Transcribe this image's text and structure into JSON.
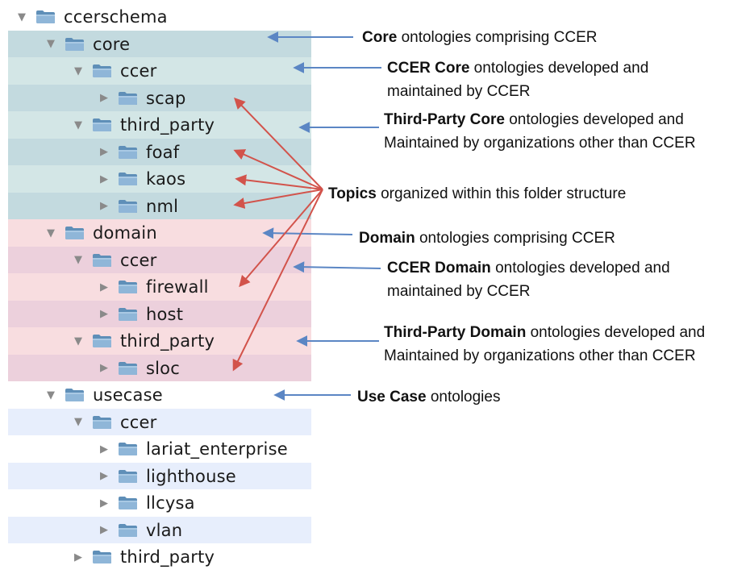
{
  "colors": {
    "core_a": "#d3e6e6",
    "core_b": "#c3dadf",
    "domain_a": "#f8dde0",
    "domain_b": "#ecd0dc",
    "usecase_a": "#ffffff",
    "usecase_b": "#e7eefc",
    "blue_arrow": "#5b86c4",
    "red_arrow": "#d2534b"
  },
  "tree": [
    {
      "label": "ccerschema",
      "depth": 0,
      "expanded": true,
      "band": "none"
    },
    {
      "label": "core",
      "depth": 1,
      "expanded": true,
      "band": "core_b"
    },
    {
      "label": "ccer",
      "depth": 2,
      "expanded": true,
      "band": "core_a"
    },
    {
      "label": "scap",
      "depth": 3,
      "expanded": false,
      "band": "core_b"
    },
    {
      "label": "third_party",
      "depth": 2,
      "expanded": true,
      "band": "core_a"
    },
    {
      "label": "foaf",
      "depth": 3,
      "expanded": false,
      "band": "core_b"
    },
    {
      "label": "kaos",
      "depth": 3,
      "expanded": false,
      "band": "core_a"
    },
    {
      "label": "nml",
      "depth": 3,
      "expanded": false,
      "band": "core_b"
    },
    {
      "label": "domain",
      "depth": 1,
      "expanded": true,
      "band": "domain_a"
    },
    {
      "label": "ccer",
      "depth": 2,
      "expanded": true,
      "band": "domain_b"
    },
    {
      "label": "firewall",
      "depth": 3,
      "expanded": false,
      "band": "domain_a"
    },
    {
      "label": "host",
      "depth": 3,
      "expanded": false,
      "band": "domain_b"
    },
    {
      "label": "third_party",
      "depth": 2,
      "expanded": true,
      "band": "domain_a"
    },
    {
      "label": "sloc",
      "depth": 3,
      "expanded": false,
      "band": "domain_b"
    },
    {
      "label": "usecase",
      "depth": 1,
      "expanded": true,
      "band": "usecase_a"
    },
    {
      "label": "ccer",
      "depth": 2,
      "expanded": true,
      "band": "usecase_b"
    },
    {
      "label": "lariat_enterprise",
      "depth": 3,
      "expanded": false,
      "band": "usecase_a"
    },
    {
      "label": "lighthouse",
      "depth": 3,
      "expanded": false,
      "band": "usecase_b"
    },
    {
      "label": "llcysa",
      "depth": 3,
      "expanded": false,
      "band": "usecase_a"
    },
    {
      "label": "vlan",
      "depth": 3,
      "expanded": false,
      "band": "usecase_b"
    },
    {
      "label": "third_party",
      "depth": 2,
      "expanded": false,
      "band": "usecase_a"
    }
  ],
  "annotations": {
    "core": {
      "bold": "Core",
      "rest": " ontologies comprising CCER"
    },
    "ccer_core": {
      "bold": "CCER Core",
      "rest": " ontologies developed and",
      "line2": "maintained by CCER"
    },
    "third_party_core": {
      "bold": "Third-Party Core",
      "rest": " ontologies developed and",
      "line2": "Maintained by organizations other than CCER"
    },
    "topics": {
      "bold": "Topics",
      "rest": " organized within this folder structure"
    },
    "domain": {
      "bold": "Domain",
      "rest": " ontologies comprising CCER"
    },
    "ccer_domain": {
      "bold": "CCER Domain",
      "rest": " ontologies developed and",
      "line2": "maintained by CCER"
    },
    "third_party_domain": {
      "bold": "Third-Party Domain",
      "rest": " ontologies developed and",
      "line2": "Maintained by organizations other than CCER"
    },
    "usecase": {
      "bold": "Use Case",
      "rest": " ontologies"
    }
  }
}
